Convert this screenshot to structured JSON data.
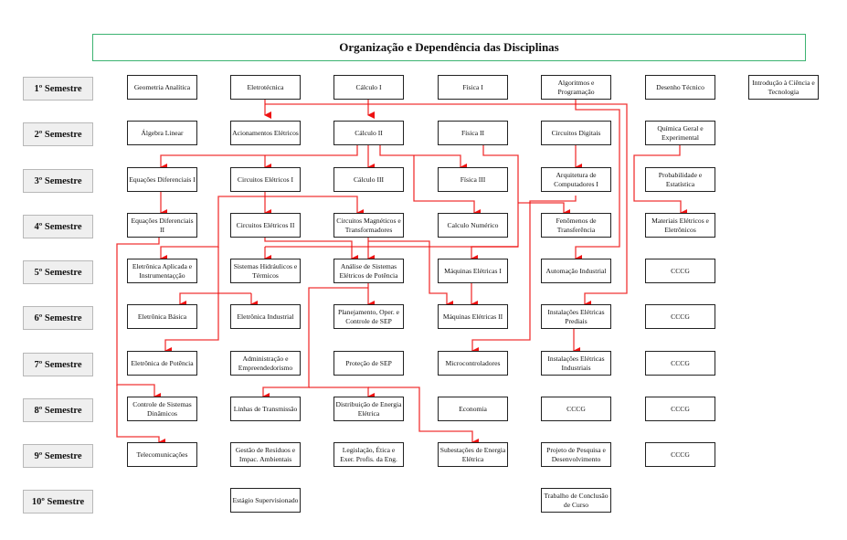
{
  "title": "Organização e Dependência das Disciplinas",
  "colors": {
    "link": "#ee1111",
    "title_border": "#3cb371",
    "semester_bg": "#efefef"
  },
  "semesters": [
    "1º Semestre",
    "2º Semestre",
    "3º Semestre",
    "4º Semestre",
    "5º Semestre",
    "6º Semestre",
    "7º Semestre",
    "8º Semestre",
    "9º Semestre",
    "10º Semestre"
  ],
  "courses": {
    "geo": "Geometria Analítica",
    "eletrot": "Eletrotécnica",
    "calc1": "Cálculo I",
    "fis1": "Física I",
    "algo": "Algoritmos e Programação",
    "desenho": "Desenho Técnico",
    "ict": "Introdução à Ciência e Tecnologia",
    "alglin": "Álgebra Linear",
    "acion": "Acionamentos Elétricos",
    "calc2": "Cálculo II",
    "fis2": "Física II",
    "circdig": "Circuitos Digitais",
    "quim": "Química Geral e Experimental",
    "eqdif1": "Equações Diferenciais I",
    "circ1": "Circuitos Elétricos I",
    "calc3": "Cálculo III",
    "fis3": "Física III",
    "arq": "Arquitetura de Computadores I",
    "prob": "Probabilidade e Estatística",
    "eqdif2": "Equações Diferenciais II",
    "circ2": "Circuitos Elétricos II",
    "circmag": "Circuitos Magnéticos e Transformadores",
    "calcnum": "Calculo Numérico",
    "fenom": "Fenômenos de Transferência",
    "mater": "Materiais Elétricos e Eletrônicos",
    "eletapl": "Eletrônica Aplicada e Instrumentaçção",
    "sishid": "Sistemas Hidráulicos e Térmicos",
    "asep": "Análise de Sistemas Elétricos de Potência",
    "maq1": "Máquinas Elétricas I",
    "autom": "Automação Industrial",
    "cccg5": "CCCG",
    "eletbas": "Eletrônica Básica",
    "eletind": "Eletrônica Industrial",
    "planej": "Planejamento, Oper. e Controle de SEP",
    "maq2": "Máquinas Elétricas II",
    "instpred": "Instalações Elétricas Prediais",
    "cccg6": "CCCG",
    "eletpot": "Eletrônica de Potência",
    "admin": "Administração e Empreendedorismo",
    "protsep": "Proteção de SEP",
    "micro": "Microcontroladores",
    "instind": "Instalações Elétricas Industriais",
    "cccg7": "CCCG",
    "controle": "Controle de Sistemas Dinâmicos",
    "linhas": "Linhas de Transmissão",
    "distrib": "Distribuição de Energia Elétrica",
    "econ": "Economia",
    "cccg8a": "CCCG",
    "cccg8b": "CCCG",
    "telecom": "Telecomunicações",
    "residuos": "Gestão de Resíduos e Impac. Ambientais",
    "legis": "Legislação, Ética e Exer. Profis. da Eng.",
    "subest": "Subestações de Energia Elétrica",
    "projeto": "Projeto de Pesquisa e Desenvolvimento",
    "cccg9": "CCCG",
    "estagio": "Estágio Supervisionado",
    "tcc": "Trabalho de Conclusão de Curso"
  }
}
